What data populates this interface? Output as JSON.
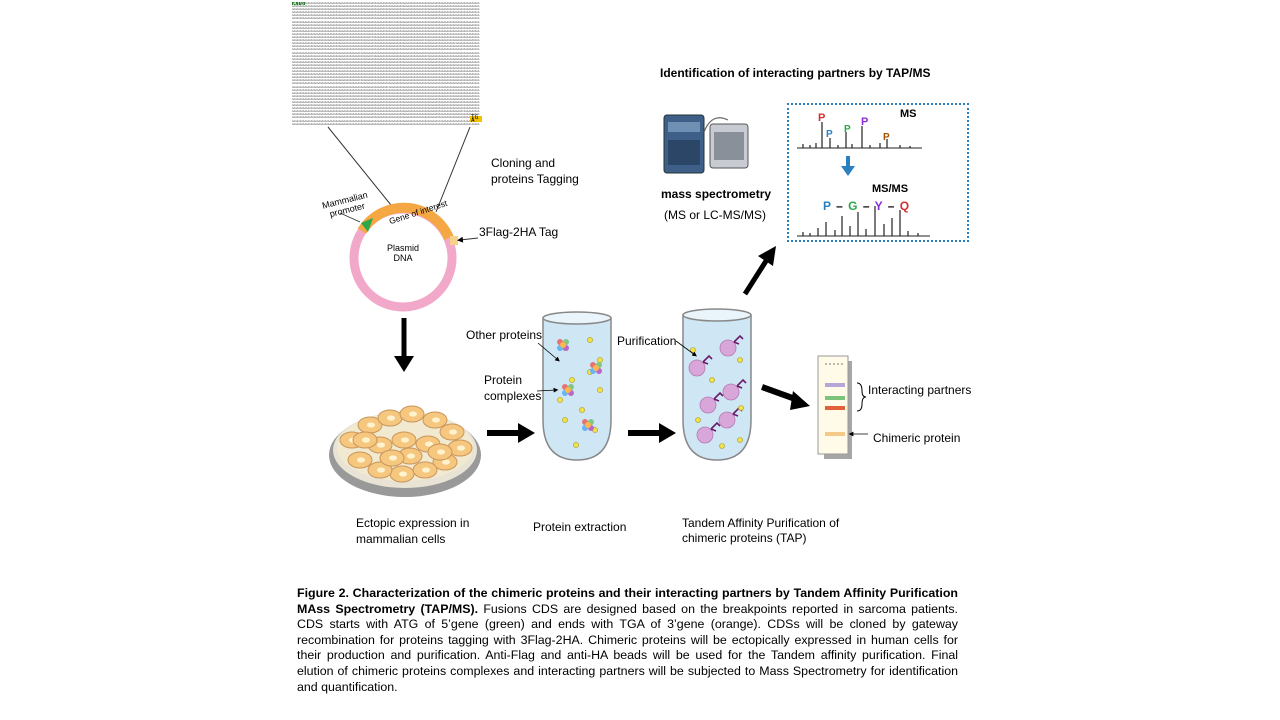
{
  "sequence": {
    "start_codon": "ATG",
    "stop_codon": "TGA"
  },
  "plasmid": {
    "promoter_label": "Mammalian promoter",
    "gene_label": "Gene of interest",
    "plasmid_label": "Plasmid DNA",
    "tag_label": "3Flag-2HA Tag",
    "cloning_label": "Cloning and proteins Tagging"
  },
  "steps": {
    "ectopic": "Ectopic expression in mammalian cells",
    "extraction": "Protein extraction",
    "tap": "Tandem Affinity Purification of chimeric proteins (TAP)"
  },
  "tube_labels": {
    "other_proteins": "Other proteins",
    "complexes": "Protein complexes",
    "purification": "Purification"
  },
  "gel": {
    "interacting": "Interacting partners",
    "chimeric": "Chimeric protein"
  },
  "ms": {
    "title": "Identification of interacting partners by TAP/MS",
    "instrument": "mass spectrometry",
    "instrument_sub": "(MS or LC-MS/MS)",
    "ms_label": "MS",
    "msms_label": "MS/MS",
    "peptide": "P – G – Y – Q"
  },
  "caption": {
    "bold": "Figure 2. Characterization of the chimeric proteins and their interacting partners by Tandem Affinity Purification MAss Spectrometry (TAP/MS).",
    "text": " Fusions CDS are designed based on the breakpoints reported in sarcoma patients. CDS starts with ATG of 5’gene (green) and ends with TGA of 3’gene (orange). CDSs will be cloned by gateway recombination for proteins tagging with 3Flag-2HA. Chimeric proteins will be ectopically expressed in human cells for their production and purification. Anti-Flag and anti-HA beads will be used for the Tandem affinity purification. Final elution of chimeric proteins complexes and interacting partners will be subjected to Mass Spectrometry for identification and quantification."
  },
  "colors": {
    "start_green": "#2e7d32",
    "stop_yellow": "#f2c200",
    "plasmid_pink": "#f2a9c9",
    "gene_orange": "#f4a742",
    "ms_border": "#2a7fbf"
  }
}
